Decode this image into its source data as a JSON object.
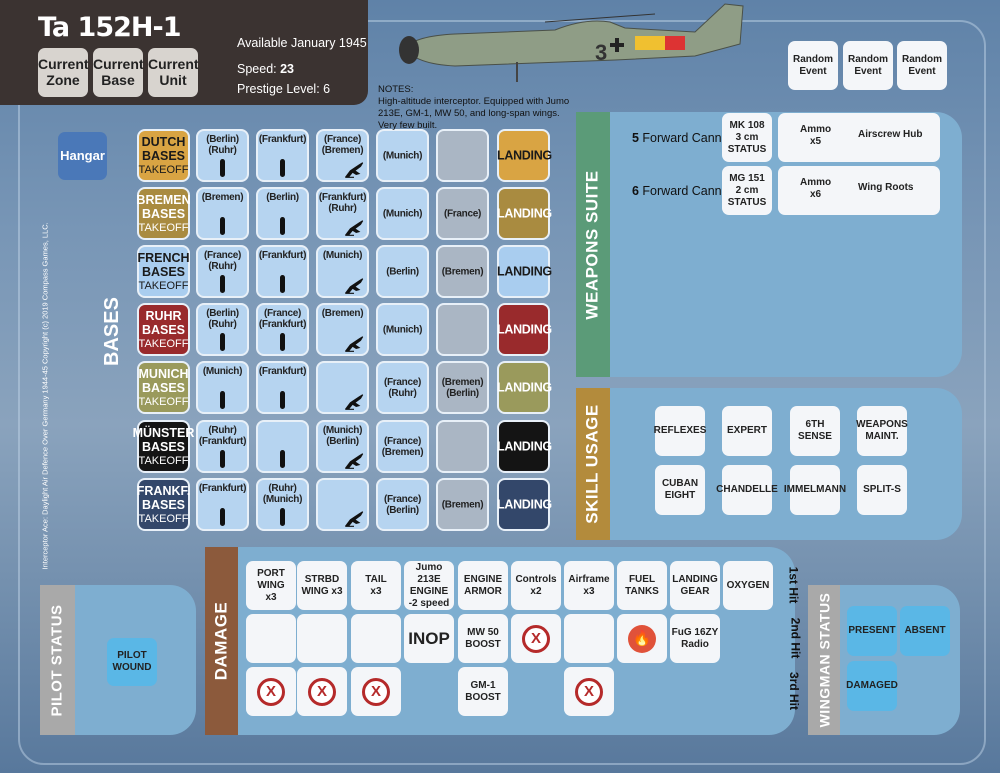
{
  "header": {
    "title": "Ta 152H-1",
    "buttons": [
      "Current\nZone",
      "Current\nBase",
      "Current\nUnit"
    ],
    "available": "Available January 1945",
    "speed_label": "Speed: ",
    "speed": "23",
    "prestige": "Prestige Level: 6"
  },
  "plane": {
    "marking": "3"
  },
  "notes": {
    "label": "NOTES:",
    "text": "High-altitude interceptor. Equipped with Jumo 213E, GM-1, MW 50, and long-span wings. Very few built."
  },
  "random_events": [
    "Random\nEvent",
    "Random\nEvent",
    "Random\nEvent"
  ],
  "hangar": "Hangar",
  "bases_label": "BASES",
  "copyright": "Interceptor Ace: Daylight Air Defence Over Germany 1944-45 Copyright (c) 2019 Compass Games, LLC.",
  "landing_label": "LANDING",
  "bases": [
    {
      "name": "DUTCH\nBASES",
      "takeoff": "TAKEOFF",
      "color": "#d9a443",
      "text": "#1a1a1a",
      "cells": [
        {
          "t": "(Berlin)\n(Ruhr)",
          "i": "bomb"
        },
        {
          "t": "(Frankfurt)",
          "i": "bomb"
        },
        {
          "t": "(France)\n(Bremen)",
          "i": "fighter"
        },
        {
          "t": "(Munich)"
        },
        {
          "t": "",
          "g": 1
        }
      ]
    },
    {
      "name": "BREMEN\nBASES",
      "takeoff": "TAKEOFF",
      "color": "#a98b40",
      "text": "#fff",
      "cells": [
        {
          "t": "(Bremen)",
          "i": "bomb"
        },
        {
          "t": "(Berlin)",
          "i": "bomb"
        },
        {
          "t": "(Frankfurt)\n(Ruhr)",
          "i": "fighter"
        },
        {
          "t": "(Munich)"
        },
        {
          "t": "(France)",
          "g": 1
        }
      ]
    },
    {
      "name": "FRENCH\nBASES",
      "takeoff": "TAKEOFF",
      "color": "#a9cdef",
      "text": "#1a1a1a",
      "cells": [
        {
          "t": "(France)\n(Ruhr)",
          "i": "bomb"
        },
        {
          "t": "(Frankfurt)",
          "i": "bomb"
        },
        {
          "t": "(Munich)",
          "i": "fighter"
        },
        {
          "t": "(Berlin)"
        },
        {
          "t": "(Bremen)",
          "g": 1
        }
      ]
    },
    {
      "name": "RUHR\nBASES",
      "takeoff": "TAKEOFF",
      "color": "#992a2c",
      "text": "#fff",
      "cells": [
        {
          "t": "(Berlin)\n(Ruhr)",
          "i": "bomb"
        },
        {
          "t": "(France)\n(Frankfurt)",
          "i": "bomb"
        },
        {
          "t": "(Bremen)",
          "i": "fighter"
        },
        {
          "t": "(Munich)"
        },
        {
          "t": "",
          "g": 1
        }
      ]
    },
    {
      "name": "MUNICH\nBASES",
      "takeoff": "TAKEOFF",
      "color": "#9a9a5c",
      "text": "#fff",
      "cells": [
        {
          "t": "(Munich)",
          "i": "bomb"
        },
        {
          "t": "(Frankfurt)",
          "i": "bomb"
        },
        {
          "t": "",
          "i": "fighter"
        },
        {
          "t": "(France)\n(Ruhr)"
        },
        {
          "t": "(Bremen)\n(Berlin)",
          "g": 1
        }
      ]
    },
    {
      "name": "MÜNSTER\nBASES",
      "takeoff": "TAKEOFF",
      "color": "#141414",
      "text": "#fff",
      "cells": [
        {
          "t": "(Ruhr)\n(Frankfurt)",
          "i": "bomb"
        },
        {
          "t": "",
          "i": "bomb"
        },
        {
          "t": "(Munich)\n(Berlin)",
          "i": "fighter"
        },
        {
          "t": "(France)\n(Bremen)"
        },
        {
          "t": "",
          "g": 1
        }
      ]
    },
    {
      "name": "FRANKF.\nBASES",
      "takeoff": "TAKEOFF",
      "color": "#33476a",
      "text": "#fff",
      "cells": [
        {
          "t": "(Frankfurt)",
          "i": "bomb"
        },
        {
          "t": "(Ruhr)\n(Munich)",
          "i": "bomb"
        },
        {
          "t": "",
          "i": "fighter"
        },
        {
          "t": "(France)\n(Berlin)"
        },
        {
          "t": "(Bremen)",
          "g": 1
        }
      ]
    }
  ],
  "weapons": {
    "title": "WEAPONS SUITE",
    "rows": [
      {
        "count": "5",
        "label": " Forward Cannon",
        "status": "MK 108\n3 cm\nSTATUS",
        "ammo": "Ammo\nx5",
        "location": "Airscrew Hub"
      },
      {
        "count": "6",
        "label": " Forward Cannon",
        "status": "MG 151\n2 cm\nSTATUS",
        "ammo": "Ammo\nx6",
        "location": "Wing Roots"
      }
    ]
  },
  "skills": {
    "title": "SKILL USAGE",
    "items": [
      "REFLEXES",
      "EXPERT",
      "6TH SENSE",
      "WEAPONS\nMAINT.",
      "CUBAN\nEIGHT",
      "CHANDELLE",
      "IMMELMANN",
      "SPLIT-S"
    ]
  },
  "damage": {
    "title": "DAMAGE",
    "hits": [
      "1st Hit",
      "2nd Hit",
      "3rd Hit"
    ],
    "rows": [
      [
        {
          "t": "PORT WING\nx3"
        },
        {
          "t": "STRBD\nWING x3"
        },
        {
          "t": "TAIL\nx3"
        },
        {
          "t": "Jumo 213E\nENGINE\n-2 speed"
        },
        {
          "t": "ENGINE\nARMOR"
        },
        {
          "t": "Controls\nx2"
        },
        {
          "t": "Airframe\nx3"
        },
        {
          "t": "FUEL\nTANKS"
        },
        {
          "t": "LANDING\nGEAR"
        },
        {
          "t": "OXYGEN"
        }
      ],
      [
        {
          "t": ""
        },
        {
          "t": ""
        },
        {
          "t": ""
        },
        {
          "t": "INOP",
          "big": 1
        },
        {
          "t": "MW 50\nBOOST"
        },
        {
          "i": "x"
        },
        {
          "t": ""
        },
        {
          "i": "fire"
        },
        {
          "t": "FuG 16ZY\nRadio"
        },
        null
      ],
      [
        {
          "i": "x"
        },
        {
          "i": "x"
        },
        {
          "i": "x"
        },
        null,
        {
          "t": "GM-1\nBOOST"
        },
        null,
        {
          "i": "x"
        },
        null,
        null,
        null
      ]
    ],
    "x_label": "X"
  },
  "pilot": {
    "title": "PILOT STATUS",
    "wound": "PILOT\nWOUND"
  },
  "wingman": {
    "title": "WINGMAN STATUS",
    "present": "PRESENT",
    "absent": "ABSENT",
    "damaged": "DAMAGED"
  },
  "colors": {
    "weapons_tab": "#5b9b78",
    "skills_tab": "#b38b3c",
    "damage_tab": "#8c5a3c",
    "status_tab": "#a9a9a9",
    "status_button": "#5ab7e6",
    "hangar": "#4a78b8"
  }
}
